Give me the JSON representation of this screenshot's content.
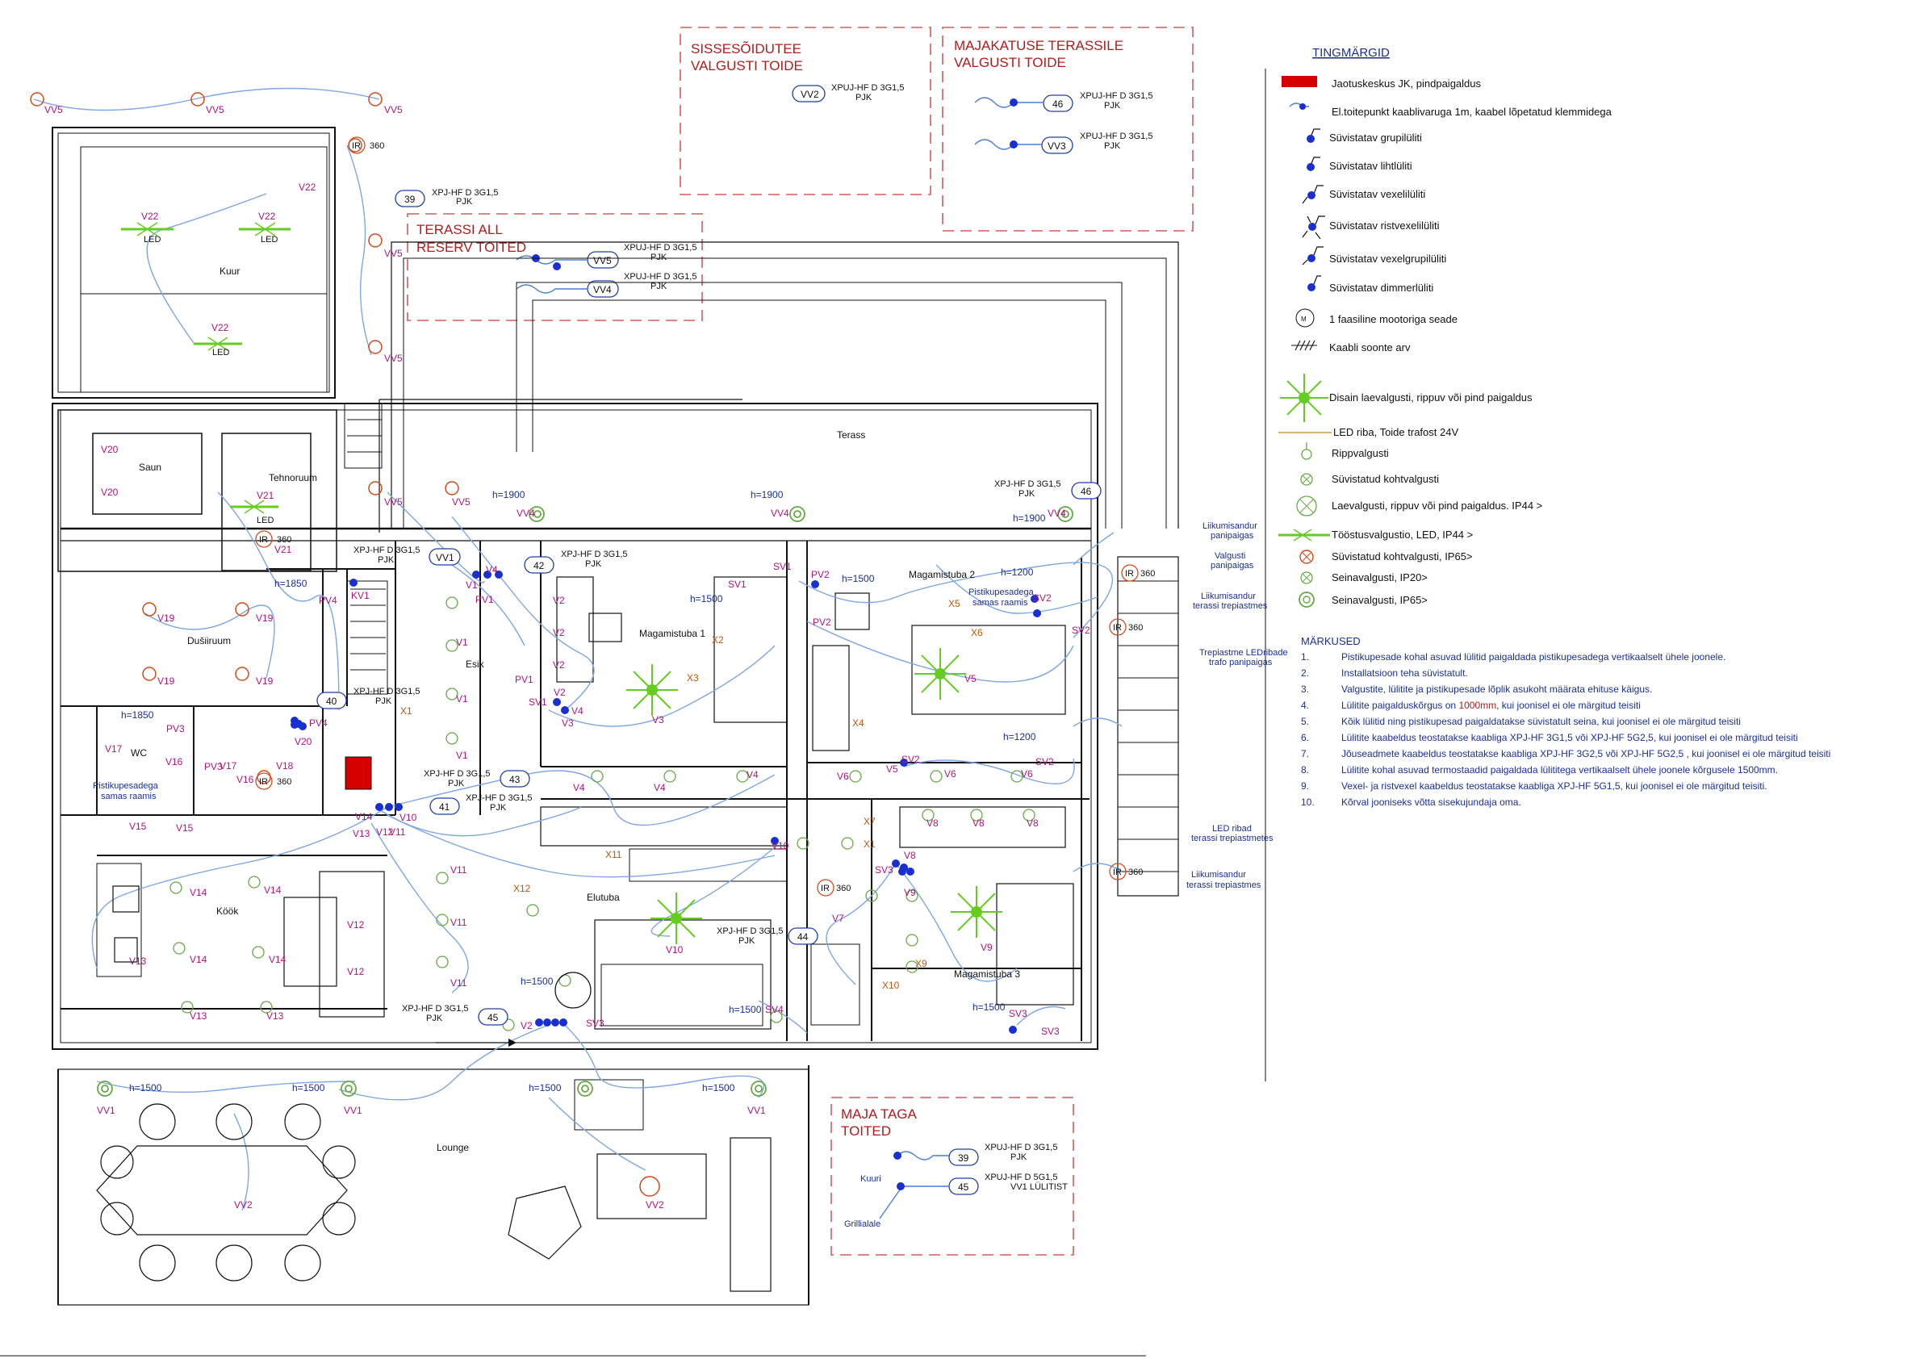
{
  "colors": {
    "wall": "#111111",
    "cable": "#7ea6e6",
    "switch": "#1a2fd0",
    "light_green": "#66cc22",
    "red_text": "#b31b1b",
    "magenta": "#b0157c",
    "orange": "#c2560d",
    "panel": "#d40000"
  },
  "legend": {
    "title": "TINGMÄRGID",
    "items": [
      {
        "icon": "panel-red-rect",
        "label": "Jaotuskeskus JK, pindpaigaldus"
      },
      {
        "icon": "cable-end-point",
        "label": "El.toitepunkt kaablivaruga 1m, kaabel lõpetatud klemmidega"
      },
      {
        "icon": "group-switch",
        "label": "Süvistatav grupilüliti"
      },
      {
        "icon": "simple-switch",
        "label": "Süvistatav lihtlüliti"
      },
      {
        "icon": "changeover-switch",
        "label": "Süvistatav vexelilüliti"
      },
      {
        "icon": "cross-switch",
        "label": "Süvistatav ristvexelilüliti"
      },
      {
        "icon": "changeover-group-switch",
        "label": "Süvistatav vexelgrupilüliti"
      },
      {
        "icon": "dimmer-switch",
        "label": "Süvistatav dimmerlüliti"
      },
      {
        "icon": "motor-device",
        "label": "1 faasiline mootoriga seade"
      },
      {
        "icon": "cable-cores",
        "label": "Kaabli soonte arv"
      },
      {
        "icon": "design-pendant-light",
        "label": "Disain laevalgusti, rippuv või pind paigaldus"
      },
      {
        "icon": "led-strip",
        "label": "LED riba, Toide trafost 24V"
      },
      {
        "icon": "pendant-light",
        "label": "Rippvalgusti"
      },
      {
        "icon": "recessed-spot",
        "label": "Süvistatud kohtvalgusti"
      },
      {
        "icon": "ceiling-light-ip44",
        "label": "Laevalgusti, rippuv või pind paigaldus. IP44 >"
      },
      {
        "icon": "industrial-led",
        "label": "Tööstusvalgustio, LED, IP44 >"
      },
      {
        "icon": "recessed-spot-ip65",
        "label": "Süvistatud kohtvalgusti, IP65>"
      },
      {
        "icon": "wall-light-ip20",
        "label": "Seinavalgusti, IP20>"
      },
      {
        "icon": "wall-light-ip65",
        "label": "Seinavalgusti, IP65>"
      }
    ]
  },
  "notes": {
    "title": "MÄRKUSED",
    "items": [
      {
        "n": "1.",
        "text": "Pistikupesade kohal asuvad lülitid paigaldada pistikupesadega vertikaalselt ühele joonele."
      },
      {
        "n": "2.",
        "text": "Installatsioon teha süvistatult."
      },
      {
        "n": "3.",
        "text": "Valgustite, lülitite ja pistikupesade lõplik asukoht määrata ehituse käigus."
      },
      {
        "n": "4.",
        "text_a": "Lülitite paigalduskõrgus on ",
        "highlight": "1000mm",
        "text_b": ", kui joonisel ei ole märgitud teisiti"
      },
      {
        "n": "5.",
        "text": "Kõik lülitid ning pistikupesad paigaldatakse süvistatult seina, kui joonisel ei ole märgitud teisiti"
      },
      {
        "n": "6.",
        "text": "Lülitite kaabeldus teostatakse kaabliga XPJ-HF 3G1,5 või XPJ-HF 5G2,5, kui joonisel ei ole märgitud teisiti"
      },
      {
        "n": "7.",
        "text": "Jõuseadmete kaabeldus teostatakse kaabliga XPJ-HF 3G2,5 või XPJ-HF 5G2,5 , kui joonisel ei ole märgitud teisiti"
      },
      {
        "n": "8.",
        "text": "Lülitite kohal asuvad termostaadid paigaldada lülititega vertikaalselt ühele joonele kõrgusele 1500mm."
      },
      {
        "n": "9.",
        "text": "Vexel- ja ristvexel kaabeldus teostatakse kaabliga XPJ-HF 5G1,5, kui joonisel ei ole märgitud teisiti."
      },
      {
        "n": "10.",
        "text": "Kõrval jooniseks võtta sisekujundaja oma."
      }
    ]
  },
  "boxes": {
    "driveway": {
      "title1": "SISSESÕIDUTEE",
      "title2": "VALGUSTI TOIDE",
      "circuit": "VV2",
      "cable": "XPUJ-HF D 3G1,5",
      "dest": "PJK"
    },
    "terrace_roof": {
      "title1": "MAJAKATUSE TERASSILE",
      "title2": "VALGUSTI TOIDE",
      "c1": "46",
      "cable1": "XPUJ-HF D 3G1,5",
      "dest1": "PJK",
      "c2": "VV3",
      "cable2": "XPUJ-HF D 3G1,5",
      "dest2": "PJK"
    },
    "terrace_reserve": {
      "title1": "TERASSI ALL",
      "title2": "RESERV TOITED",
      "c1": "VV5",
      "cable1": "XPUJ-HF D 3G1,5",
      "dest1": "PJK",
      "c2": "VV4",
      "cable2": "XPUJ-HF D 3G1,5",
      "dest2": "PJK"
    },
    "behind_house": {
      "title1": "MAJA TAGA",
      "title2": "TOITED",
      "c1": "39",
      "cable1": "XPUJ-HF D 3G1,5",
      "dest1": "PJK",
      "c2": "45",
      "cable2": "XPUJ-HF D 5G1,5",
      "dest2": "VV1 LÜLITIST",
      "lbl_a": "Kuuri",
      "lbl_b": "Grillialale"
    }
  },
  "rooms": {
    "kuur": "Kuur",
    "saun": "Saun",
    "tehnoruum": "Tehnoruum",
    "duzhiruum": "Dušiiruum",
    "wc": "WC",
    "esik": "Esik",
    "magamistuba1": "Magamistuba 1",
    "magamistuba2": "Magamistuba 2",
    "magamistuba3": "Magamistuba 3",
    "kook": "Köök",
    "elutuba": "Elutuba",
    "terrass": "Terass",
    "lounge": "Lounge"
  },
  "annotations": {
    "sensor_panel": "Liikumisandur",
    "panel_mounted": "panipaigas",
    "light_panel": "Valgusti",
    "sensor_steps": "Liikumisandur",
    "steps": "terassi trepiastmes",
    "step_led": "Trepiastme LEDribade",
    "trafo": "trafo panipaigas",
    "led_strips": "LED ribad",
    "led_steps": "terassi trepiastmetes",
    "sensor3": "Liikumisandur",
    "steps3": "terassi trepiastmes",
    "sockets_same_frame": "Pistikupesadega",
    "same_frame": "samas raamis",
    "ir": "IR",
    "ir_val": "360",
    "led": "LED",
    "h1900": "h=1900",
    "h1850": "h=1850",
    "h1500": "h=1500",
    "h1200": "h=1200",
    "cable": "XPJ-HF D 3G1,5",
    "pjk": "PJK"
  },
  "circuits": {
    "c39": "39",
    "c40": "40",
    "c41": "41",
    "c42": "42",
    "c43": "43",
    "c44": "44",
    "c45": "45",
    "c46": "46",
    "vv1": "VV1",
    "vv4": "VV4",
    "vv5": "VV5",
    "vv2": "VV2",
    "vv3": "VV3"
  },
  "tags": {
    "v1": "V1",
    "v2": "V2",
    "v3": "V3",
    "v4": "V4",
    "v5": "V5",
    "v6": "V6",
    "v7": "V7",
    "v8": "V8",
    "v9": "V9",
    "v10": "V10",
    "v11": "V11",
    "v12": "V12",
    "v13": "V13",
    "v14": "V14",
    "v15": "V15",
    "v16": "V16",
    "v17": "V17",
    "v18": "V18",
    "v19": "V19",
    "v20": "V20",
    "v21": "V21",
    "v22": "V22",
    "w1": "VV1",
    "w2": "VV2",
    "w4": "VV4",
    "w5": "VV5",
    "x1": "X1",
    "x2": "X2",
    "x3": "X3",
    "x4": "X4",
    "x5": "X5",
    "x6": "X6",
    "x7": "X7",
    "x9": "X9",
    "x10": "X10",
    "x11": "X11",
    "x12": "X12",
    "sv1": "SV1",
    "sv2": "SV2",
    "sv3": "SV3",
    "sv4": "SV4",
    "pv1": "PV1",
    "pv2": "PV2",
    "pv3": "PV3",
    "pv4": "PV4",
    "kv1": "KV1"
  }
}
